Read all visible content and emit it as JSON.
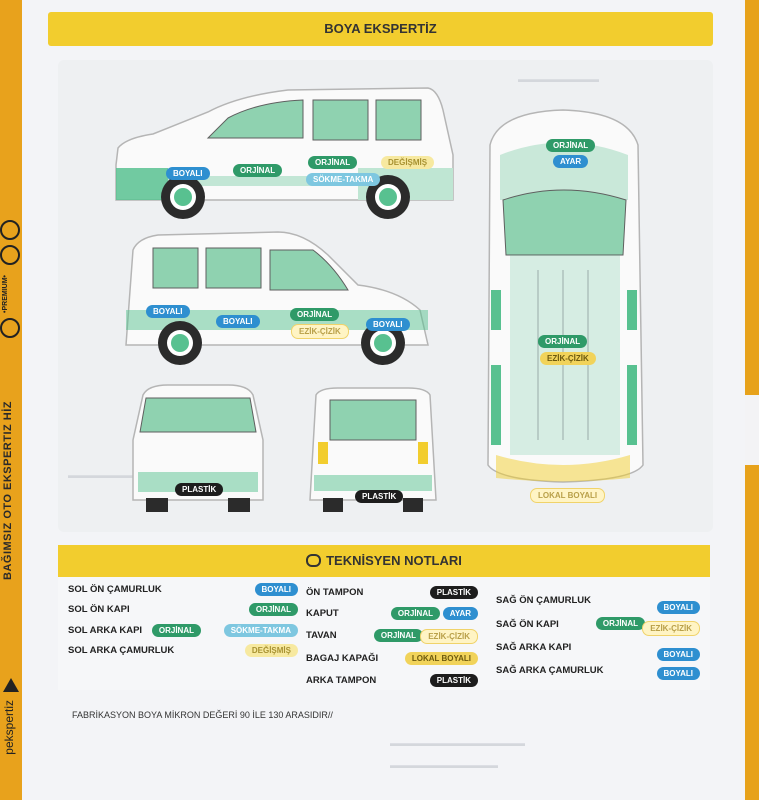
{
  "side_strip": {
    "vertical_text": "BAĞIMSIZ OTO EKSPERTIZ HİZ",
    "premium": "•PREMIUM•",
    "brand": "pekspertiz"
  },
  "header": {
    "title": "BOYA EKSPERTİZ"
  },
  "diagram_labels": {
    "left_fender": "BOYALI",
    "left_front_door": "ORJİNAL",
    "left_rear_door": "ORJİNAL",
    "left_rear_door_2": "SÖKME-TAKMA",
    "left_rear_fender": "DEĞİŞMİŞ",
    "hood": "ORJİNAL",
    "hood_2": "AYAR",
    "right_rear_fender": "BOYALI",
    "right_rear_door": "BOYALI",
    "right_front_door": "ORJİNAL",
    "right_front_door_2": "EZİK-ÇİZİK",
    "right_front_fender": "BOYALI",
    "roof": "ORJİNAL",
    "roof_2": "EZİK-ÇİZİK",
    "tailgate": "LOKAL BOYALI",
    "front_bumper": "PLASTİK",
    "rear_bumper": "PLASTİK"
  },
  "notes": {
    "title": "TEKNİSYEN NOTLARI",
    "col1": [
      {
        "label": "SOL ÖN ÇAMURLUK",
        "tags": [
          "BOYALI"
        ]
      },
      {
        "label": "SOL ÖN KAPI",
        "tags": [
          "ORJİNAL"
        ]
      },
      {
        "label": "SOL ARKA KAPI",
        "tags": [
          "ORJİNAL",
          "SÖKME-TAKMA"
        ]
      },
      {
        "label": "SOL ARKA ÇAMURLUK",
        "tags": [
          "DEĞİŞMİŞ"
        ]
      }
    ],
    "col2": [
      {
        "label": "ÖN TAMPON",
        "tags": [
          "PLASTİK"
        ]
      },
      {
        "label": "KAPUT",
        "tags": [
          "ORJİNAL",
          "AYAR"
        ]
      },
      {
        "label": "TAVAN",
        "tags": [
          "ORJİNAL",
          "EZİK-ÇİZİK"
        ]
      },
      {
        "label": "BAGAJ KAPAĞI",
        "tags": [
          "LOKAL BOYALI"
        ]
      },
      {
        "label": "ARKA TAMPON",
        "tags": [
          "PLASTİK"
        ]
      }
    ],
    "col3": [
      {
        "label": "SAĞ ÖN ÇAMURLUK",
        "tags": [
          "BOYALI"
        ]
      },
      {
        "label": "SAĞ ÖN KAPI",
        "tags": [
          "ORJİNAL",
          "EZİK-ÇİZİK"
        ]
      },
      {
        "label": "SAĞ ARKA KAPI",
        "tags": [
          "BOYALI"
        ]
      },
      {
        "label": "SAĞ ARKA ÇAMURLUK",
        "tags": [
          "BOYALI"
        ]
      }
    ]
  },
  "footnote": "FABRİKASYON BOYA MİKRON DEĞERİ 90 İLE 130 ARASIDIR//",
  "colors": {
    "accent_yellow": "#f2cd2e",
    "orange_strip": "#e8a21c",
    "car_green": "#58c190",
    "boyali": "#2e8fd0",
    "orjinal": "#2f9a68",
    "plastik": "#1d1d1d",
    "lokal_boyali": "#f1d35a",
    "sokme_takma": "#7ec7e0",
    "degismis": "#f7e9a0"
  }
}
